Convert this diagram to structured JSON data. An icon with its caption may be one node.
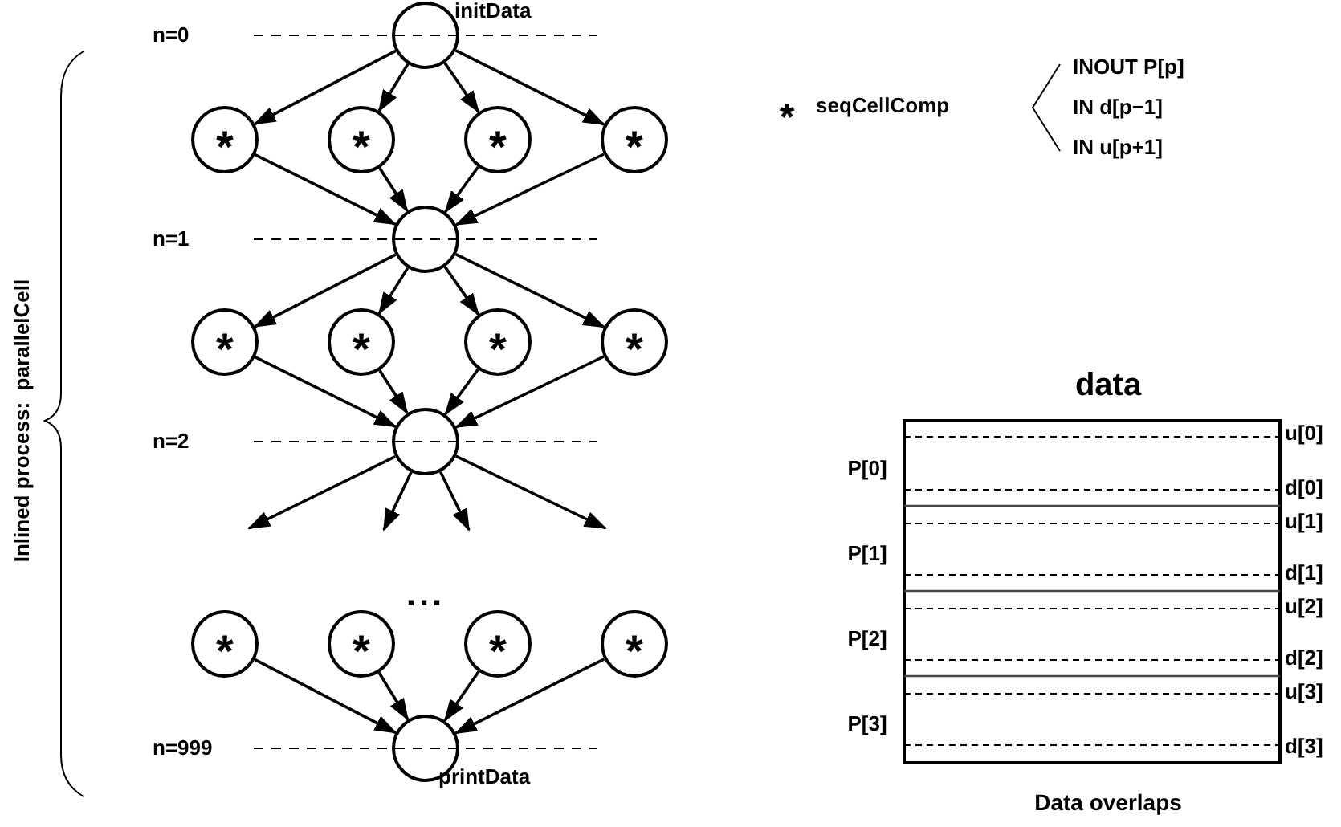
{
  "diagram": {
    "nodes": [
      {
        "text": [],
        "shape": "circle",
        "beside": [
          "initData"
        ]
      },
      {
        "text": [
          "*"
        ]
      },
      {
        "text": [
          "*"
        ]
      },
      {
        "text": [
          "*"
        ]
      },
      {
        "text": [
          "*"
        ]
      },
      {
        "text": [],
        "shape": "circle"
      },
      {
        "text": [
          "*"
        ]
      },
      {
        "text": [
          "*"
        ]
      },
      {
        "text": [
          "*"
        ]
      },
      {
        "text": [
          "*"
        ]
      },
      {
        "text": [],
        "shape": "circle"
      },
      {
        "text": [
          "*"
        ]
      },
      {
        "text": [
          "*"
        ]
      },
      {
        "text": [
          "*"
        ]
      },
      {
        "text": [
          "*"
        ]
      },
      {
        "text": [],
        "shape": "circle",
        "beside": [
          "printData"
        ]
      }
    ],
    "edges": [
      {
        "from": 0,
        "to": 1,
        "arrow": "to"
      },
      {
        "from": 0,
        "to": 2,
        "arrow": "to"
      },
      {
        "from": 0,
        "to": 3,
        "arrow": "to"
      },
      {
        "from": 0,
        "to": 4,
        "arrow": "to"
      },
      {
        "from": 1,
        "to": 5,
        "arrow": "to"
      },
      {
        "from": 2,
        "to": 5,
        "arrow": "to"
      },
      {
        "from": 3,
        "to": 5,
        "arrow": "to"
      },
      {
        "from": 4,
        "to": 5,
        "arrow": "to"
      },
      {
        "from": 5,
        "to": 6,
        "arrow": "to"
      },
      {
        "from": 5,
        "to": 7,
        "arrow": "to"
      },
      {
        "from": 5,
        "to": 8,
        "arrow": "to"
      },
      {
        "from": 5,
        "to": 9,
        "arrow": "to"
      },
      {
        "from": 6,
        "to": 10,
        "arrow": "to"
      },
      {
        "from": 7,
        "to": 10,
        "arrow": "to"
      },
      {
        "from": 8,
        "to": 10,
        "arrow": "to"
      },
      {
        "from": 9,
        "to": 10,
        "arrow": "to"
      },
      {
        "from": 10,
        "to": null,
        "arrow": "to"
      },
      {
        "from": 10,
        "to": null,
        "arrow": "to"
      },
      {
        "from": 10,
        "to": null,
        "arrow": "to"
      },
      {
        "from": 10,
        "to": null,
        "arrow": "to"
      },
      {
        "from": 11,
        "to": 15,
        "arrow": "to"
      },
      {
        "from": 12,
        "to": 15,
        "arrow": "to"
      },
      {
        "from": 13,
        "to": 15,
        "arrow": "to"
      },
      {
        "from": 14,
        "to": 15,
        "arrow": "to"
      }
    ],
    "labels": [
      "Inlined process:  parallelCell",
      "n=0",
      "*",
      "seqCellComp",
      "INOUT P[p]",
      "IN d[p−1]",
      "IN u[p+1]",
      "n=1",
      "n=2",
      "data",
      "u[0]",
      "P[0]",
      "d[0]",
      "u[1]",
      "P[1]",
      "d[1]",
      "u[2]",
      "P[2]",
      "d[2]",
      "u[3]",
      "P[3]",
      "d[3]",
      "...",
      "n=999",
      "Data overlaps"
    ]
  }
}
